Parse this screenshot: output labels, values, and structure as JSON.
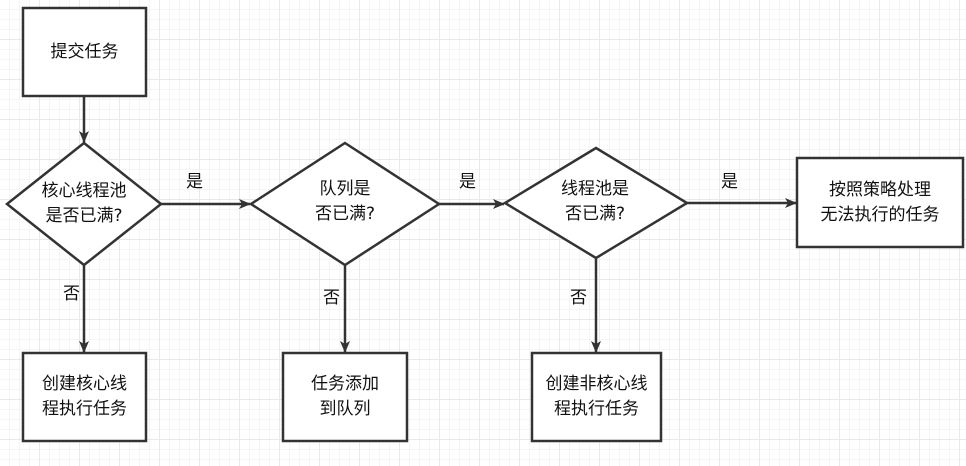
{
  "nodes": {
    "submit": "提交任务",
    "core_full": "核心线程池\n是否已满?",
    "queue_full": "队列是\n否已满?",
    "pool_full": "线程池是\n否已满?",
    "reject": "按照策略处理\n无法执行的任务",
    "create_core": "创建核心线\n程执行任务",
    "add_queue": "任务添加\n到队列",
    "create_noncore": "创建非核心线\n程执行任务"
  },
  "edges": {
    "core_to_queue": "是",
    "queue_to_pool": "是",
    "pool_to_reject": "是",
    "core_to_create": "否",
    "queue_to_add": "否",
    "pool_to_create": "否"
  }
}
